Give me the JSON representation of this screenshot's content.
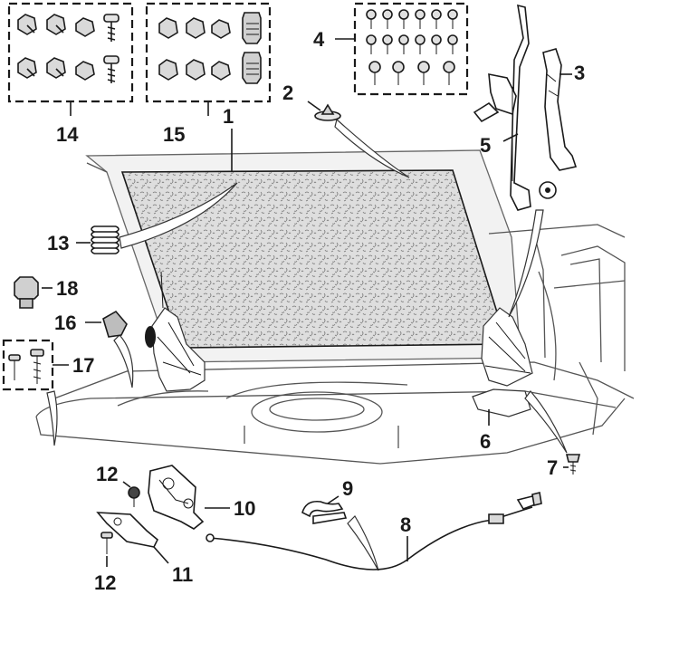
{
  "callouts": [
    {
      "id": "1",
      "label": "1"
    },
    {
      "id": "2",
      "label": "2"
    },
    {
      "id": "3",
      "label": "3"
    },
    {
      "id": "4",
      "label": "4"
    },
    {
      "id": "5",
      "label": "5"
    },
    {
      "id": "6",
      "label": "6"
    },
    {
      "id": "7",
      "label": "7"
    },
    {
      "id": "8",
      "label": "8"
    },
    {
      "id": "9",
      "label": "9"
    },
    {
      "id": "10",
      "label": "10"
    },
    {
      "id": "11",
      "label": "11"
    },
    {
      "id": "12a",
      "label": "12"
    },
    {
      "id": "12b",
      "label": "12"
    },
    {
      "id": "13",
      "label": "13"
    },
    {
      "id": "14",
      "label": "14"
    },
    {
      "id": "15",
      "label": "15"
    },
    {
      "id": "16",
      "label": "16"
    },
    {
      "id": "17",
      "label": "17"
    },
    {
      "id": "18",
      "label": "18"
    }
  ],
  "colors": {
    "ink": "#1a1a1a",
    "insulation": "#dcdcdc",
    "body": "#f2f2f2"
  }
}
